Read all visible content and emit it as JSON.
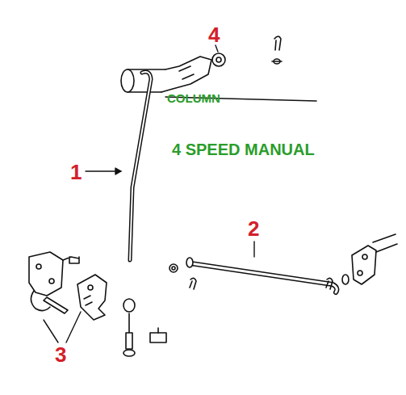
{
  "diagram": {
    "labels": [
      "4",
      "COLUMN",
      "4 SPEED MANUAL",
      "1",
      "2",
      "3"
    ]
  }
}
